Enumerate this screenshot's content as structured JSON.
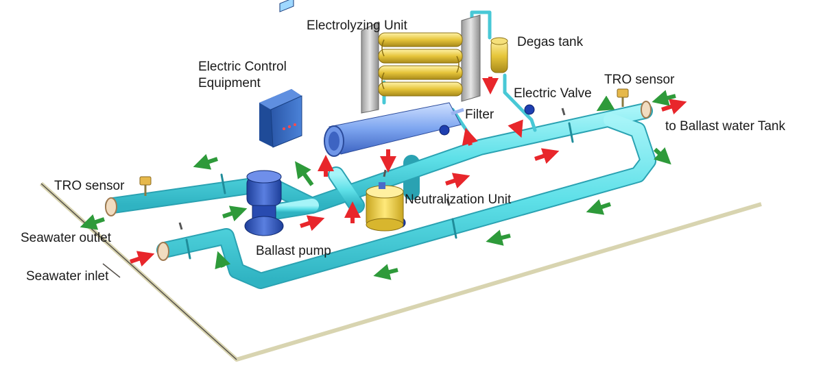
{
  "labels": {
    "electrolyzing_unit": "Electrolyzing Unit",
    "degas_tank": "Degas tank",
    "electric_control_equipment": "Electric Control Equipment",
    "tro_sensor_right": "TRO sensor",
    "electric_valve": "Electric Valve",
    "filter": "Filter",
    "to_ballast_water_tank": "to Ballast water Tank",
    "tro_sensor_left": "TRO sensor",
    "neutralization_unit": "Neutralization Unit",
    "seawater_outlet": "Seawater outlet",
    "ballast_pump": "Ballast pump",
    "seawater_inlet": "Seawater inlet"
  },
  "colors": {
    "pipe": "#5ee0e8",
    "pipe_dark": "#2fb3c2",
    "flow_ballasting": "#e8262b",
    "flow_deballasting": "#2e9a3a",
    "electrolyzer_tube": "#e6c53a",
    "control_box": "#2f63b8",
    "neutralization_tank": "#f0d34a",
    "floor_edge": "#d8d4b0"
  }
}
